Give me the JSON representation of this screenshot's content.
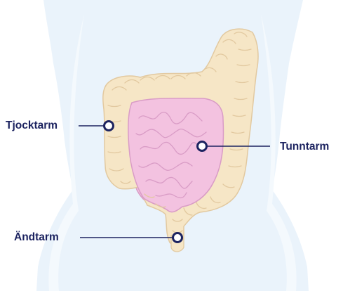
{
  "labels": {
    "colon": "Tjocktarm",
    "small_intestine": "Tunntarm",
    "rectum": "Ändtarm"
  },
  "colors": {
    "body_silhouette": "#eaf3fb",
    "background": "#ffffff",
    "colon_fill": "#f6e6c6",
    "colon_stroke": "#e2c9a0",
    "small_intestine_fill": "#f3c2e0",
    "small_intestine_stroke": "#d99cc6",
    "marker_ring": "#1c2360",
    "leader_line": "#1c2360",
    "label_text": "#1c2360"
  }
}
